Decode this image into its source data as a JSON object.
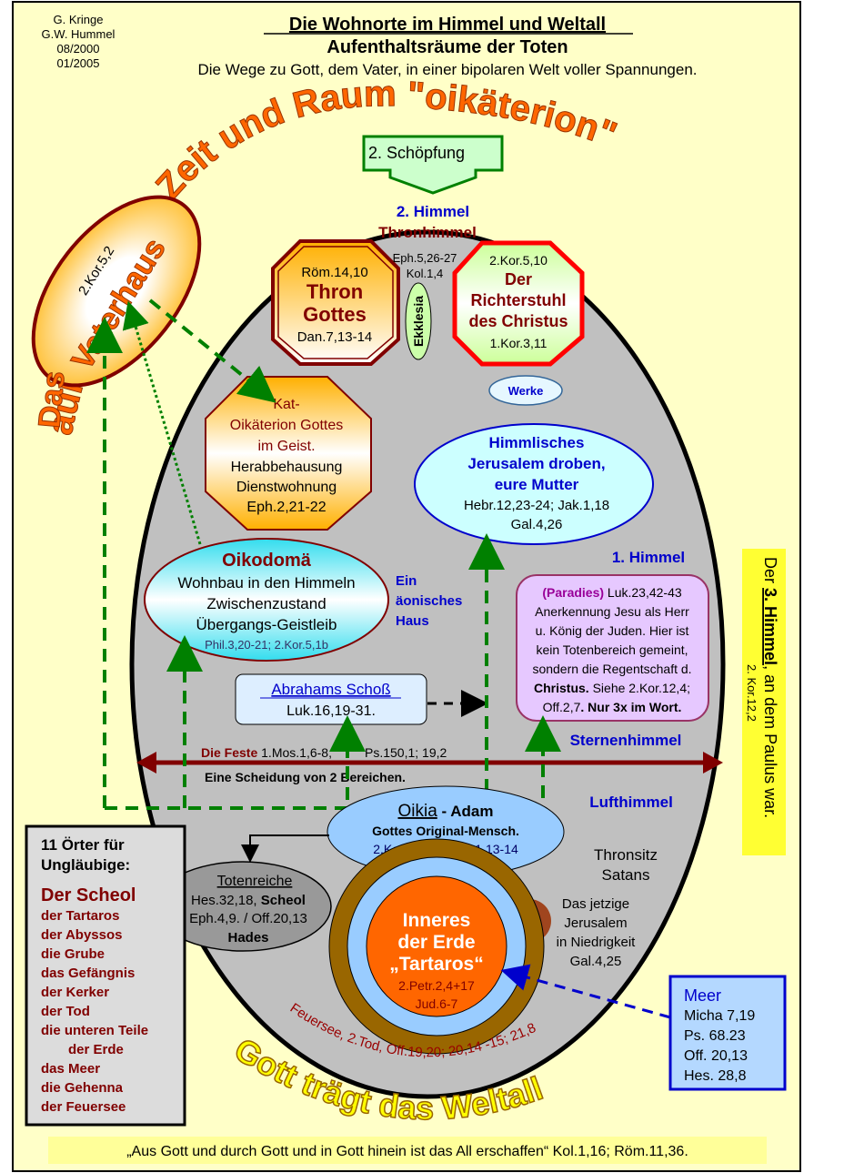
{
  "authors": [
    "G. Kringe",
    "G.W. Hummel",
    "08/2000",
    "01/2005"
  ],
  "header": {
    "title": "Die Wohnorte im Himmel und Weltall",
    "subtitle": "Aufenthaltsräume der Toten",
    "tagline": "Die Wege zu Gott, dem Vater, in einer bipolaren Welt voller Spannungen."
  },
  "arc_top": "Das Vaterhaus außerhalb von Zeit und Raum \"oikätérion\"",
  "arc_top_parts": {
    "das": "Das",
    "vaterhaus": "Vaterhaus",
    "rest": "außerhalb von Zeit und Raum \"oikäterion\""
  },
  "vaterhaus_ref": "2.Kor.5,2",
  "schoepfung": "2. Schöpfung",
  "himmel2": {
    "label": "2. Himmel",
    "sub": "Thronhimmel"
  },
  "thron": {
    "ref_top": "Röm.14,10",
    "line1": "Thron",
    "line2": "Gottes",
    "ref_bottom": "Dan.7,13-14"
  },
  "ekklesia": {
    "ref1": "Eph.5,26-27",
    "ref2": "Kol.1,4",
    "label": "Ekklesia"
  },
  "richterstuhl": {
    "ref_top": "2.Kor.5,10",
    "line1": "Der",
    "line2": "Richterstuhl",
    "line3": "des Christus",
    "ref_bottom": "1.Kor.3,11"
  },
  "werke": "Werke",
  "katoikaeterion": {
    "line1": "Kat-",
    "line2": "Oikäterion Gottes",
    "line3": "im Geist.",
    "line4": "Herabbehausung",
    "line5": "Dienstwohnung",
    "ref": "Eph.2,21-22"
  },
  "jerusalem_oben": {
    "line1": "Himmlisches",
    "line2": "Jerusalem droben,",
    "line3": "eure Mutter",
    "ref1": "Hebr.12,23-24; Jak.1,18",
    "ref2": "Gal.4,26"
  },
  "oikodomae": {
    "title": "Oikodomä",
    "line1": "Wohnbau in den Himmeln",
    "line2": "Zwischenzustand",
    "line3": "Übergangs-Geistleib",
    "ref": "Phil.3,20-21; 2.Kor.5,1b"
  },
  "aeonisches_haus": [
    "Ein",
    "äonisches",
    "Haus"
  ],
  "himmel1": "1. Himmel",
  "paradies": {
    "label": "(Paradies)",
    "lines": [
      "Luk.23,42-43",
      "Anerkennung Jesu als Herr",
      "u. König der Juden. Hier ist",
      "kein Totenbereich gemeint,",
      "sondern die Regentschaft d."
    ],
    "christus": "Christus.",
    "siehe": "Siehe 2.Kor.12,4;",
    "off": "Off.2,7",
    "nur3x": ". Nur 3x im Wort."
  },
  "abraham": {
    "title": "Abrahams Schoß",
    "ref": "Luk.16,19-31."
  },
  "sternenhimmel": "Sternenhimmel",
  "feste": {
    "label": "Die Feste",
    "ref1": "1.Mos.1,6-8,",
    "ref2": "Ps.150,1; 19,2",
    "desc": "Eine Scheidung  von  2 Bereichen."
  },
  "lufthimmel": "Lufthimmel",
  "oikia": {
    "title": "Oikia",
    "suffix": " - Adam",
    "line1": "Gottes Original-Mensch.",
    "ref": "2.Kor.5,1a; 2.Petr.1,13-14"
  },
  "thronsitz": [
    "Thronsitz",
    "Satans"
  ],
  "totenreiche": {
    "title": "Totenreiche",
    "line1a": "Hes.32,18, ",
    "line1b": "Scheol",
    "line2": "Eph.4,9. / Off.20,13",
    "line3": "Hades"
  },
  "erde": {
    "line1": "Inneres",
    "line2": "der Erde",
    "line3": "„Tartaros“",
    "ref1": "2.Petr.2,4+17",
    "ref2": "Jud.6-7"
  },
  "jerusalem_jetzt": [
    "Das jetzige",
    "Jerusalem",
    "in Niedrigkeit",
    "Gal.4,25"
  ],
  "feuersee": "Feuersee, 2.Tod, Off.19,20; 20,14 -15; 21,8",
  "gott_traegt": "Gott trägt das Weltall",
  "ungl": {
    "title1": "11 Örter für",
    "title2": "Ungläubige:",
    "first": "Der Scheol",
    "items": [
      "der Tartaros",
      "der Abyssos",
      "die Grube",
      "das Gefängnis",
      "der Kerker",
      "der Tod",
      "die unteren Teile",
      "der Erde",
      "das Meer",
      "die Gehenna",
      "der Feuersee"
    ]
  },
  "himmel3": {
    "der": "Der ",
    "main": "3. Himmel",
    "rest": ", an dem Paulus war.",
    "ref": "2. Kor.12,2"
  },
  "meer": {
    "title": "Meer",
    "refs": [
      "Micha 7,19",
      "Ps. 68.23",
      "Off. 20,13",
      "Hes. 28,8"
    ]
  },
  "footer": {
    "quote": "„Aus Gott und durch Gott und in Gott hinein ist das All erschaffen“",
    "refs": " Kol.1,16; Röm.11,36."
  },
  "colors": {
    "page_bg": "#ffffc8",
    "ellipse_fill": "#c0c0c0",
    "orange_text": "#ff6600",
    "dark_red": "#800000",
    "blue_text": "#0000cc",
    "green_arrow": "#008000",
    "yellow_band": "#ffff33",
    "meer_bg": "#b4d8ff"
  }
}
